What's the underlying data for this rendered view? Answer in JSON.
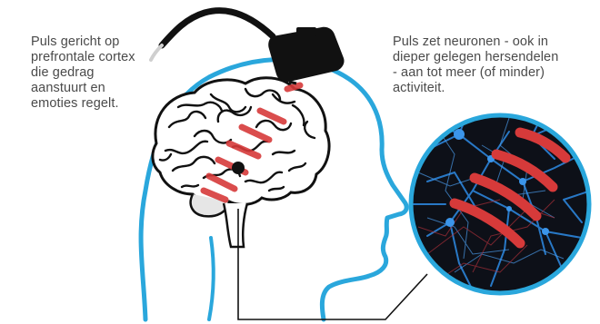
{
  "captions": {
    "left": [
      "Puls gericht op",
      "prefrontale cortex",
      "die gedrag",
      "aanstuurt en",
      "emoties regelt."
    ],
    "right": [
      "Puls zet neuronen - ook in",
      "dieper gelegen hersendelen",
      "- aan tot meer (of minder)",
      "activiteit."
    ]
  },
  "colors": {
    "head_outline": "#2aa7dc",
    "pulse_red": "#d63a3a",
    "coil_black": "#111111",
    "neuron_bg": "#0d1018",
    "neuron_blue": "#2b7fd0",
    "text_gray": "#4a4a4a"
  },
  "icons": {
    "coil": "tms-coil-icon",
    "brain": "brain-icon",
    "target": "target-dot-icon"
  }
}
